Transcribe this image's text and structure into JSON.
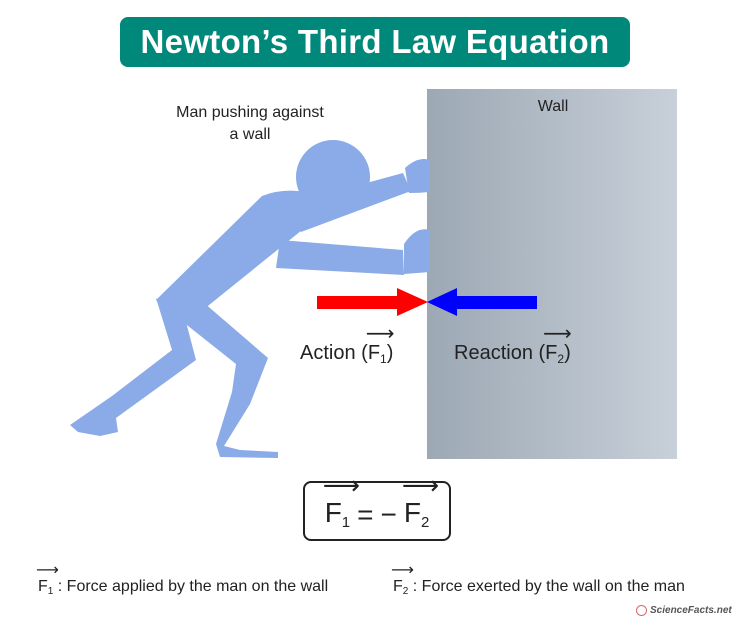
{
  "title": "Newton’s Third Law Equation",
  "colors": {
    "title_bg": "#00897b",
    "figure": "#8aaae8",
    "action_arrow": "#ff0000",
    "reaction_arrow": "#0000ff",
    "wall_left": "#9ca8b4",
    "wall_right": "#c8d0d9"
  },
  "man_label": [
    "Man pushing against",
    "a wall"
  ],
  "wall_label": "Wall",
  "action": {
    "text": "Action (",
    "symbol": "F",
    "subscript": "1",
    "close": ")"
  },
  "reaction": {
    "text": "Reaction (",
    "symbol": "F",
    "subscript": "2",
    "close": ")"
  },
  "equation": {
    "lhs_symbol": "F",
    "lhs_sub": "1",
    "equals": "=",
    "minus": "−",
    "rhs_symbol": "F",
    "rhs_sub": "2"
  },
  "legend": [
    {
      "symbol": "F",
      "subscript": "1",
      "text": " : Force applied by the man on the wall"
    },
    {
      "symbol": "F",
      "subscript": "2",
      "text": " : Force exerted by the wall on the man"
    }
  ],
  "vector_arrow": "⟶",
  "brand": "ScienceFacts.net",
  "icons": {
    "figure": "man-silhouette-icon",
    "brand": "sciencefacts-logo-icon"
  }
}
